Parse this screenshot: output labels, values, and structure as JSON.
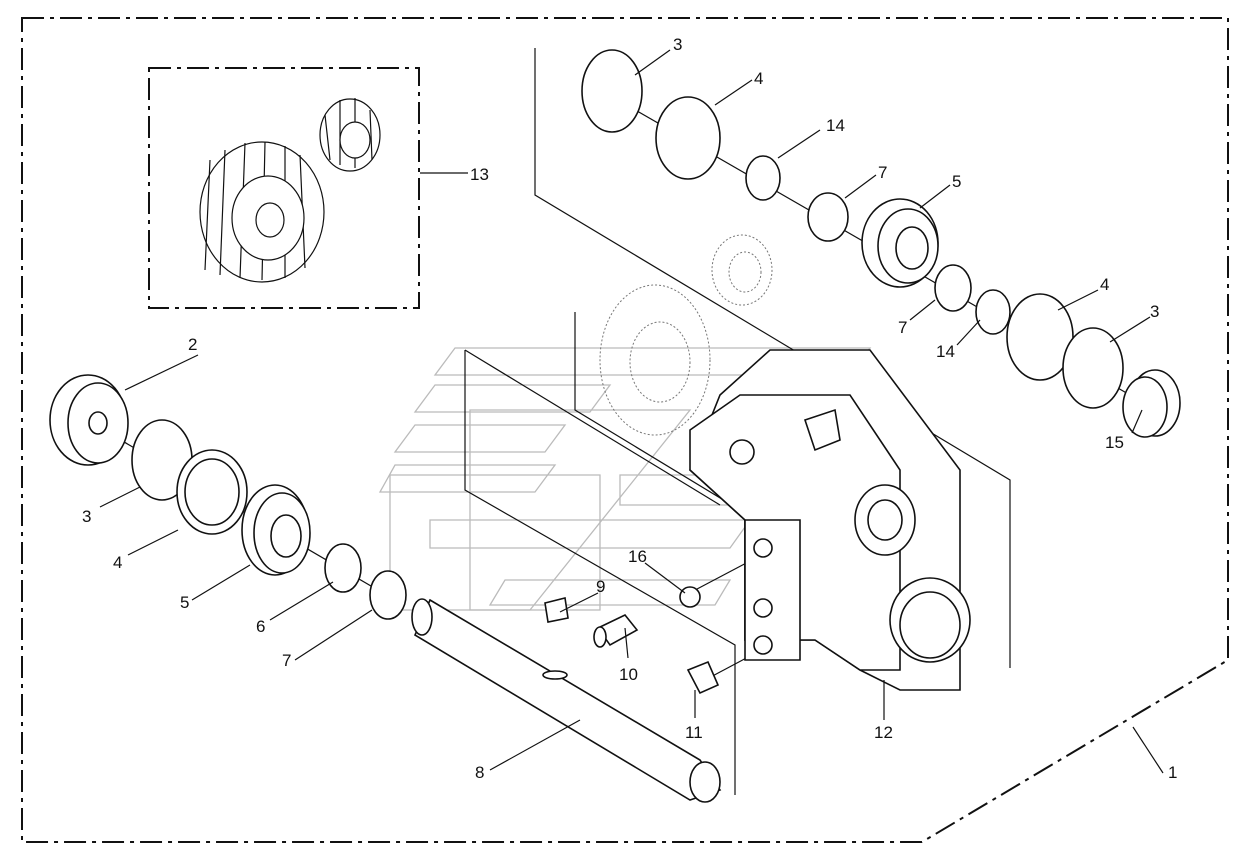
{
  "diagram": {
    "labels": {
      "l1": "1",
      "l2": "2",
      "l3a": "3",
      "l3b": "3",
      "l3c": "3",
      "l4a": "4",
      "l4b": "4",
      "l4c": "4",
      "l5a": "5",
      "l5b": "5",
      "l6": "6",
      "l7a": "7",
      "l7b": "7",
      "l7c": "7",
      "l8": "8",
      "l9": "9",
      "l10": "10",
      "l11": "11",
      "l12": "12",
      "l13": "13",
      "l14a": "14",
      "l14b": "14",
      "l15": "15",
      "l16": "16"
    }
  }
}
